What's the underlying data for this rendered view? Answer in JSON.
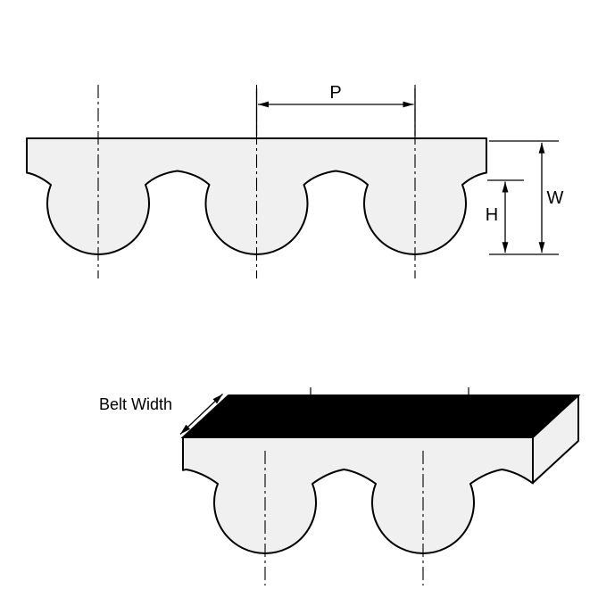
{
  "labels": {
    "pitch_dimension": "P",
    "belt_total_width": "W",
    "tooth_height": "H",
    "belt_width_annotation": "Belt Width"
  },
  "colors": {
    "line": "#000000",
    "belt_fill": "#f0f0f0",
    "top_face_fill": "#000000",
    "background": "#ffffff"
  }
}
